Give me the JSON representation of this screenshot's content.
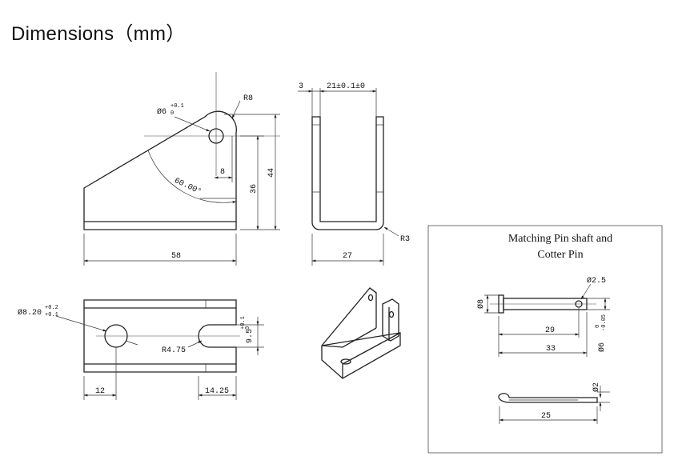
{
  "title": "Dimensions（mm）",
  "bracket_side": {
    "hole": "Ø6",
    "hole_tol_upper": "+0.1",
    "hole_tol_lower": "0",
    "radius": "R8",
    "angle": "60.00°",
    "offset": "8",
    "hole_height": "36",
    "height": "44",
    "length": "58"
  },
  "bracket_front": {
    "wall": "3",
    "gap": "21±0.1±0",
    "radius": "R3",
    "width": "27"
  },
  "bracket_top": {
    "hole": "Ø8.20",
    "hole_tol_upper": "+0.2",
    "hole_tol_lower": "+0.1",
    "slot_radius": "R4.75",
    "slot_width": "9.5",
    "slot_tol_upper": "+0.1",
    "slot_tol_lower": "0",
    "hole_offset": "12",
    "slot_offset": "14.25"
  },
  "pin_panel": {
    "title_line1": "Matching Pin shaft and",
    "title_line2": "Cotter Pin",
    "pin": {
      "hole": "Ø2.5",
      "head": "Ø8",
      "to_hole": "29",
      "length": "33",
      "shaft": "Ø6",
      "shaft_tol_upper": "0",
      "shaft_tol_lower": "-0.05"
    },
    "cotter": {
      "dia": "Ø2",
      "length": "25"
    }
  }
}
